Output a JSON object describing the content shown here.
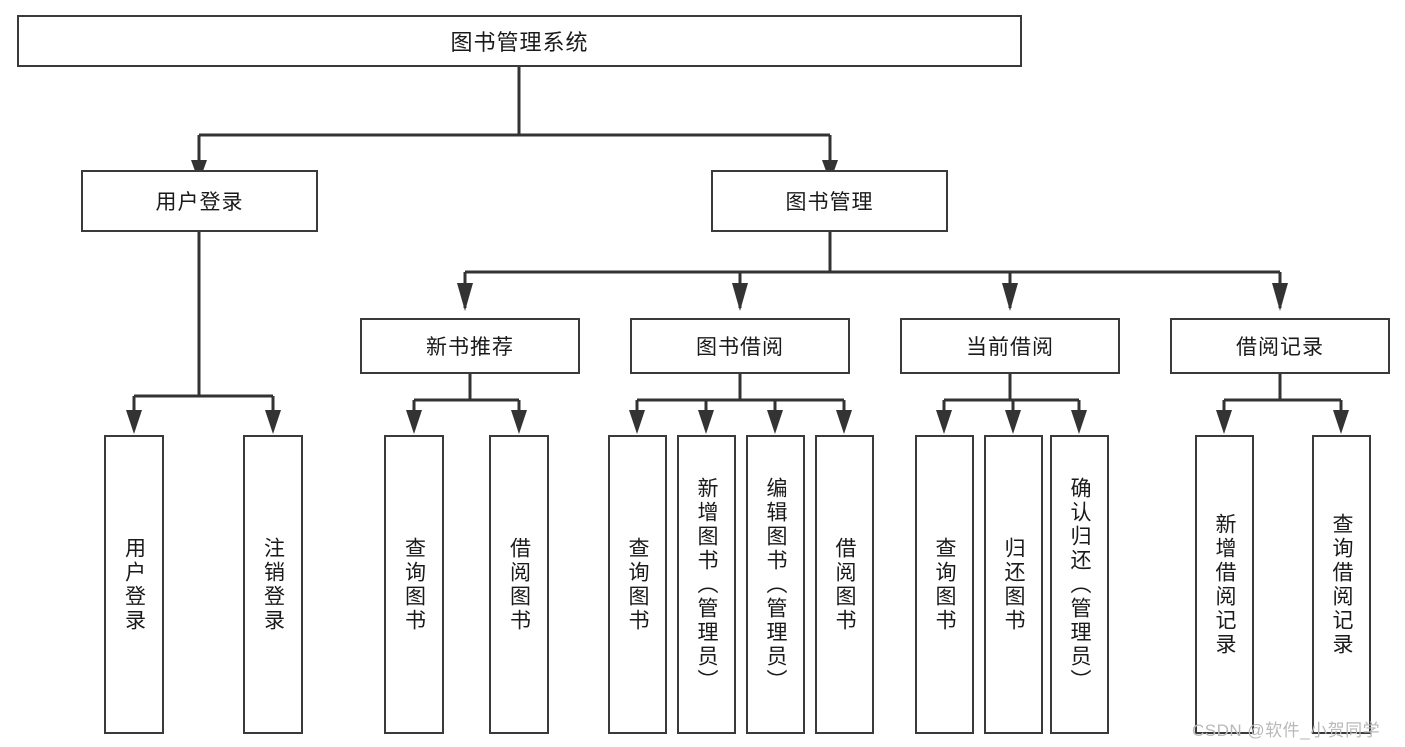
{
  "diagram": {
    "title": "图书管理系统",
    "type": "tree-hierarchy",
    "watermark": "CSDN @软件_小贺同学",
    "colors": {
      "box_border": "#3a3a3a",
      "box_fill": "#ffffff",
      "connector": "#333333",
      "text": "#1a1a1a",
      "watermark": "#b9b9b9",
      "background": "#ffffff"
    },
    "levels": {
      "level1": [
        {
          "id": "root",
          "label": "图书管理系统"
        }
      ],
      "level2": [
        {
          "id": "login",
          "label": "用户登录"
        },
        {
          "id": "bookmgmt",
          "label": "图书管理"
        }
      ],
      "level3": [
        {
          "id": "newbook",
          "label": "新书推荐",
          "parent": "bookmgmt"
        },
        {
          "id": "borrow",
          "label": "图书借阅",
          "parent": "bookmgmt"
        },
        {
          "id": "current",
          "label": "当前借阅",
          "parent": "bookmgmt"
        },
        {
          "id": "record",
          "label": "借阅记录",
          "parent": "bookmgmt"
        }
      ],
      "leaves": [
        {
          "id": "leaf-1",
          "label": "用户登录",
          "parent": "login"
        },
        {
          "id": "leaf-2",
          "label": "注销登录",
          "parent": "login"
        },
        {
          "id": "leaf-3",
          "label": "查询图书",
          "parent": "newbook"
        },
        {
          "id": "leaf-4",
          "label": "借阅图书",
          "parent": "newbook"
        },
        {
          "id": "leaf-5",
          "label": "查询图书",
          "parent": "borrow"
        },
        {
          "id": "leaf-6",
          "label": "新增图书（管理员）",
          "parent": "borrow"
        },
        {
          "id": "leaf-7",
          "label": "编辑图书（管理员）",
          "parent": "borrow"
        },
        {
          "id": "leaf-8",
          "label": "借阅图书",
          "parent": "borrow"
        },
        {
          "id": "leaf-9",
          "label": "查询图书",
          "parent": "current"
        },
        {
          "id": "leaf-10",
          "label": "归还图书",
          "parent": "current"
        },
        {
          "id": "leaf-11",
          "label": "确认归还（管理员）",
          "parent": "current"
        },
        {
          "id": "leaf-12",
          "label": "新增借阅记录",
          "parent": "record"
        },
        {
          "id": "leaf-13",
          "label": "查询借阅记录",
          "parent": "record"
        }
      ]
    }
  }
}
